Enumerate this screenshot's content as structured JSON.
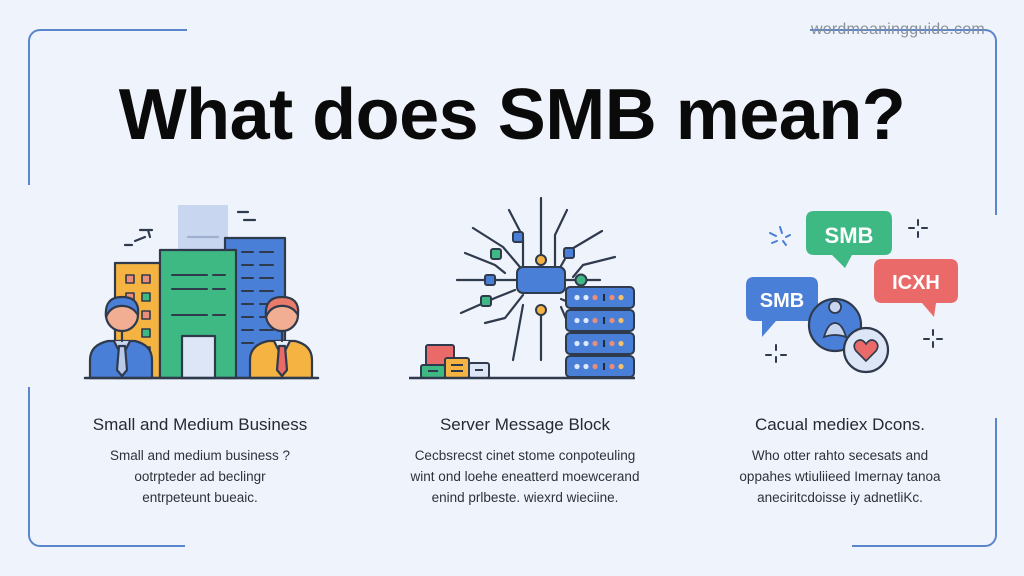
{
  "watermark": "wordmeaningguide.com",
  "title": "What does SMB mean?",
  "colors": {
    "background": "#eff3fb",
    "frame": "#5b86cc",
    "green": "#3fb984",
    "blue": "#4a7fd8",
    "red": "#ea6a6a",
    "orange": "#f5b342",
    "outline": "#2f3a4d"
  },
  "columns": [
    {
      "icon": "office-buildings-with-business-people-icon",
      "heading": "Small and Medium Business",
      "desc_lines": [
        "Small and medium business ?",
        "ootrpteder ad beclingr",
        "entrpeteunt bueaic."
      ]
    },
    {
      "icon": "network-server-icon",
      "heading": "Server Message Block",
      "desc_lines": [
        "Cecbsrecst cinet stome conpoteuling",
        "wint ond loehe eneatterd moewcerand",
        "enind prlbeste. wiexrd wieciine."
      ]
    },
    {
      "icon": "chat-bubbles-icon",
      "heading": "Cacual mediex Dcons.",
      "bubbles": [
        "SMB",
        "SMB",
        "ICXH"
      ],
      "desc_lines": [
        "Who otter rahto secesats and",
        "oppahes wtiuliieed Imernay tanoa",
        "aneciritcdoisse iy adnetliKc."
      ]
    }
  ]
}
